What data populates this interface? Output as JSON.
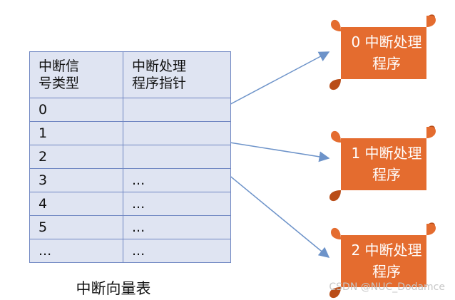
{
  "table": {
    "headers": [
      "中断信\n号类型",
      "中断处理\n程序指针"
    ],
    "rows": [
      [
        "0",
        ""
      ],
      [
        "1",
        ""
      ],
      [
        "2",
        ""
      ],
      [
        "3",
        "..."
      ],
      [
        "4",
        "..."
      ],
      [
        "5",
        "..."
      ],
      [
        "...",
        "..."
      ]
    ],
    "caption": "中断向量表"
  },
  "handlers": [
    "0 中断处理\n程序",
    "1 中断处理\n程序",
    "2 中断处理\n程序"
  ],
  "watermark": "CSDN @NUC_Dodamce",
  "colors": {
    "table_fill": "#dfe4f2",
    "table_border": "#6f86c2",
    "scroll_fill": "#e46c2f",
    "scroll_shadow": "#b94d18",
    "arrow": "#6d93c9"
  }
}
